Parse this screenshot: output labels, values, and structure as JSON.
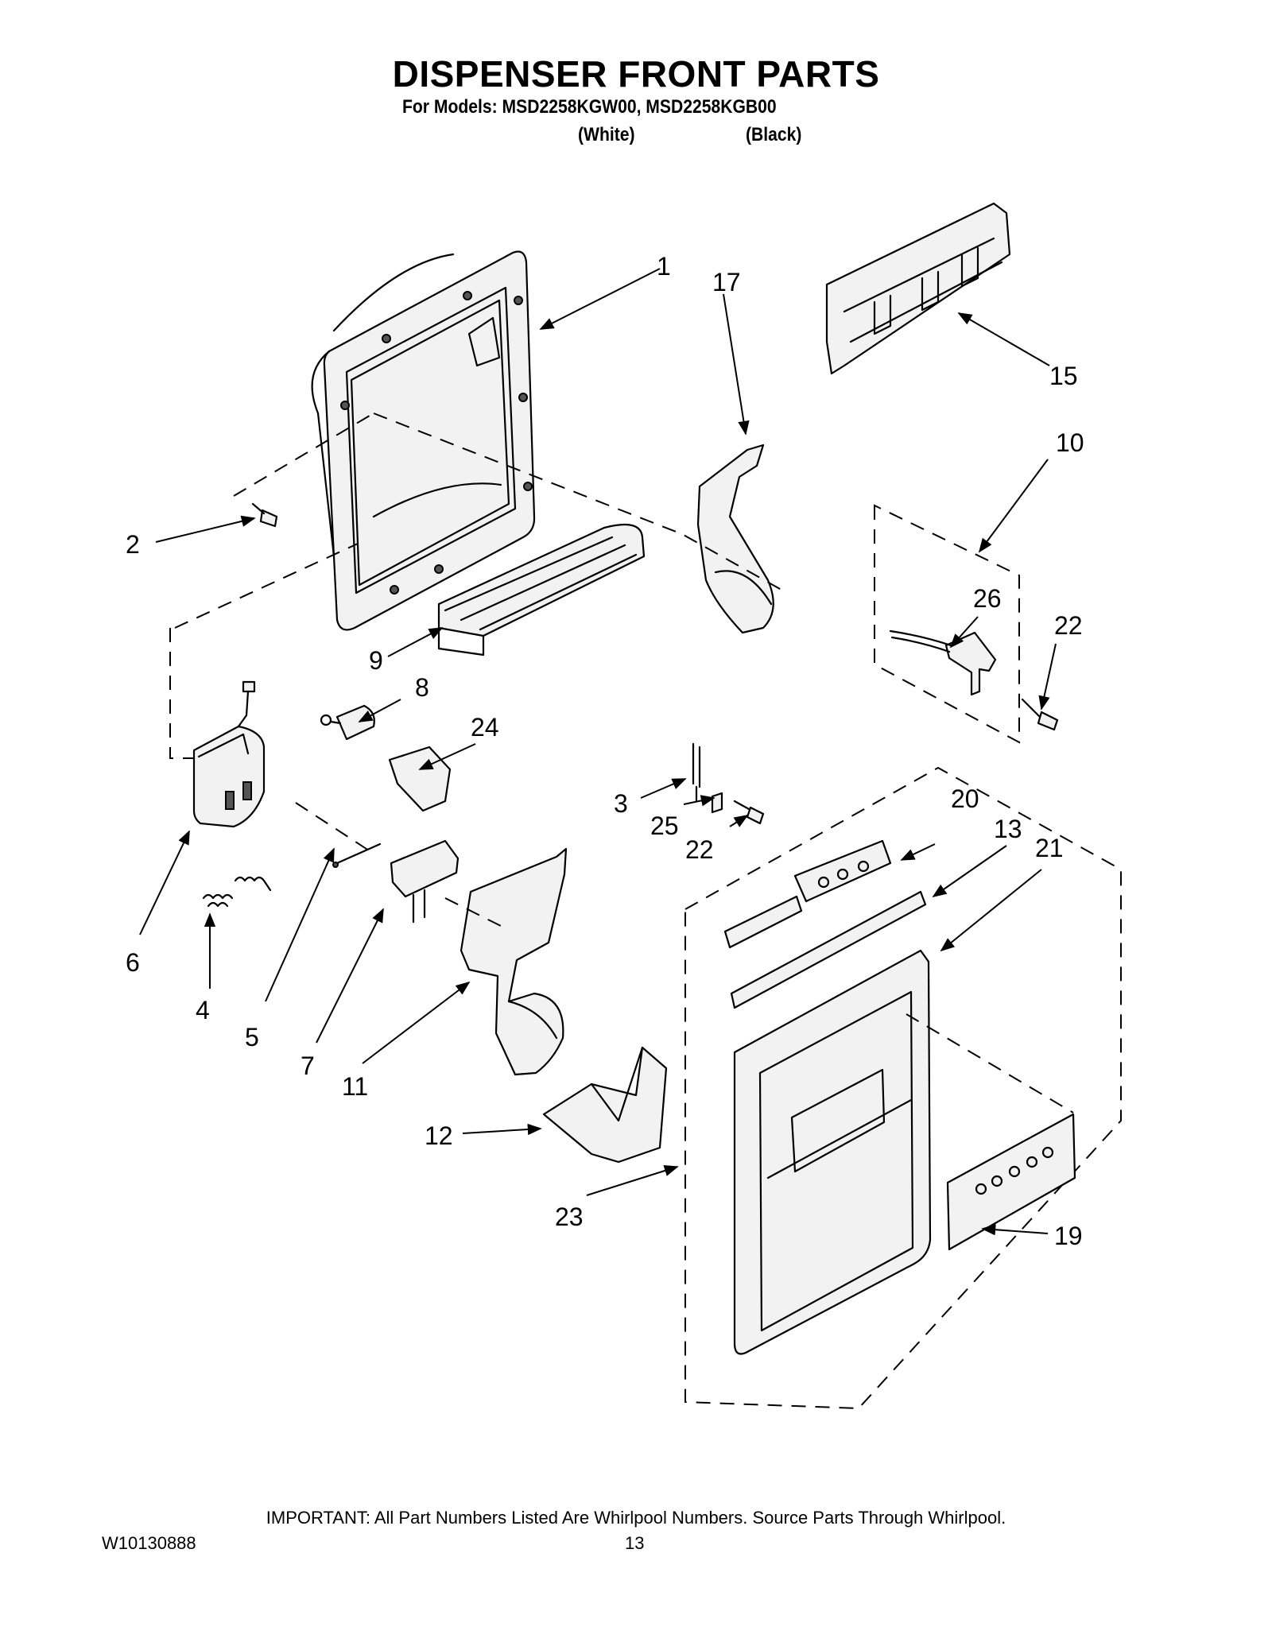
{
  "header": {
    "title": "DISPENSER FRONT PARTS",
    "models_line": "For Models: MSD2258KGW00, MSD2258KGB00",
    "color_white": "(White)",
    "color_black": "(Black)"
  },
  "callouts": {
    "c1": "1",
    "c2": "2",
    "c3": "3",
    "c4": "4",
    "c5": "5",
    "c6": "6",
    "c7": "7",
    "c8": "8",
    "c9": "9",
    "c10": "10",
    "c11": "11",
    "c12": "12",
    "c13": "13",
    "c15": "15",
    "c17": "17",
    "c19": "19",
    "c20": "20",
    "c21": "21",
    "c22a": "22",
    "c22b": "22",
    "c23": "23",
    "c24": "24",
    "c25": "25",
    "c26": "26"
  },
  "footer": {
    "note": "IMPORTANT: All Part Numbers Listed Are Whirlpool Numbers. Source Parts Through Whirlpool.",
    "doc_number": "W10130888",
    "page_number": "13"
  }
}
